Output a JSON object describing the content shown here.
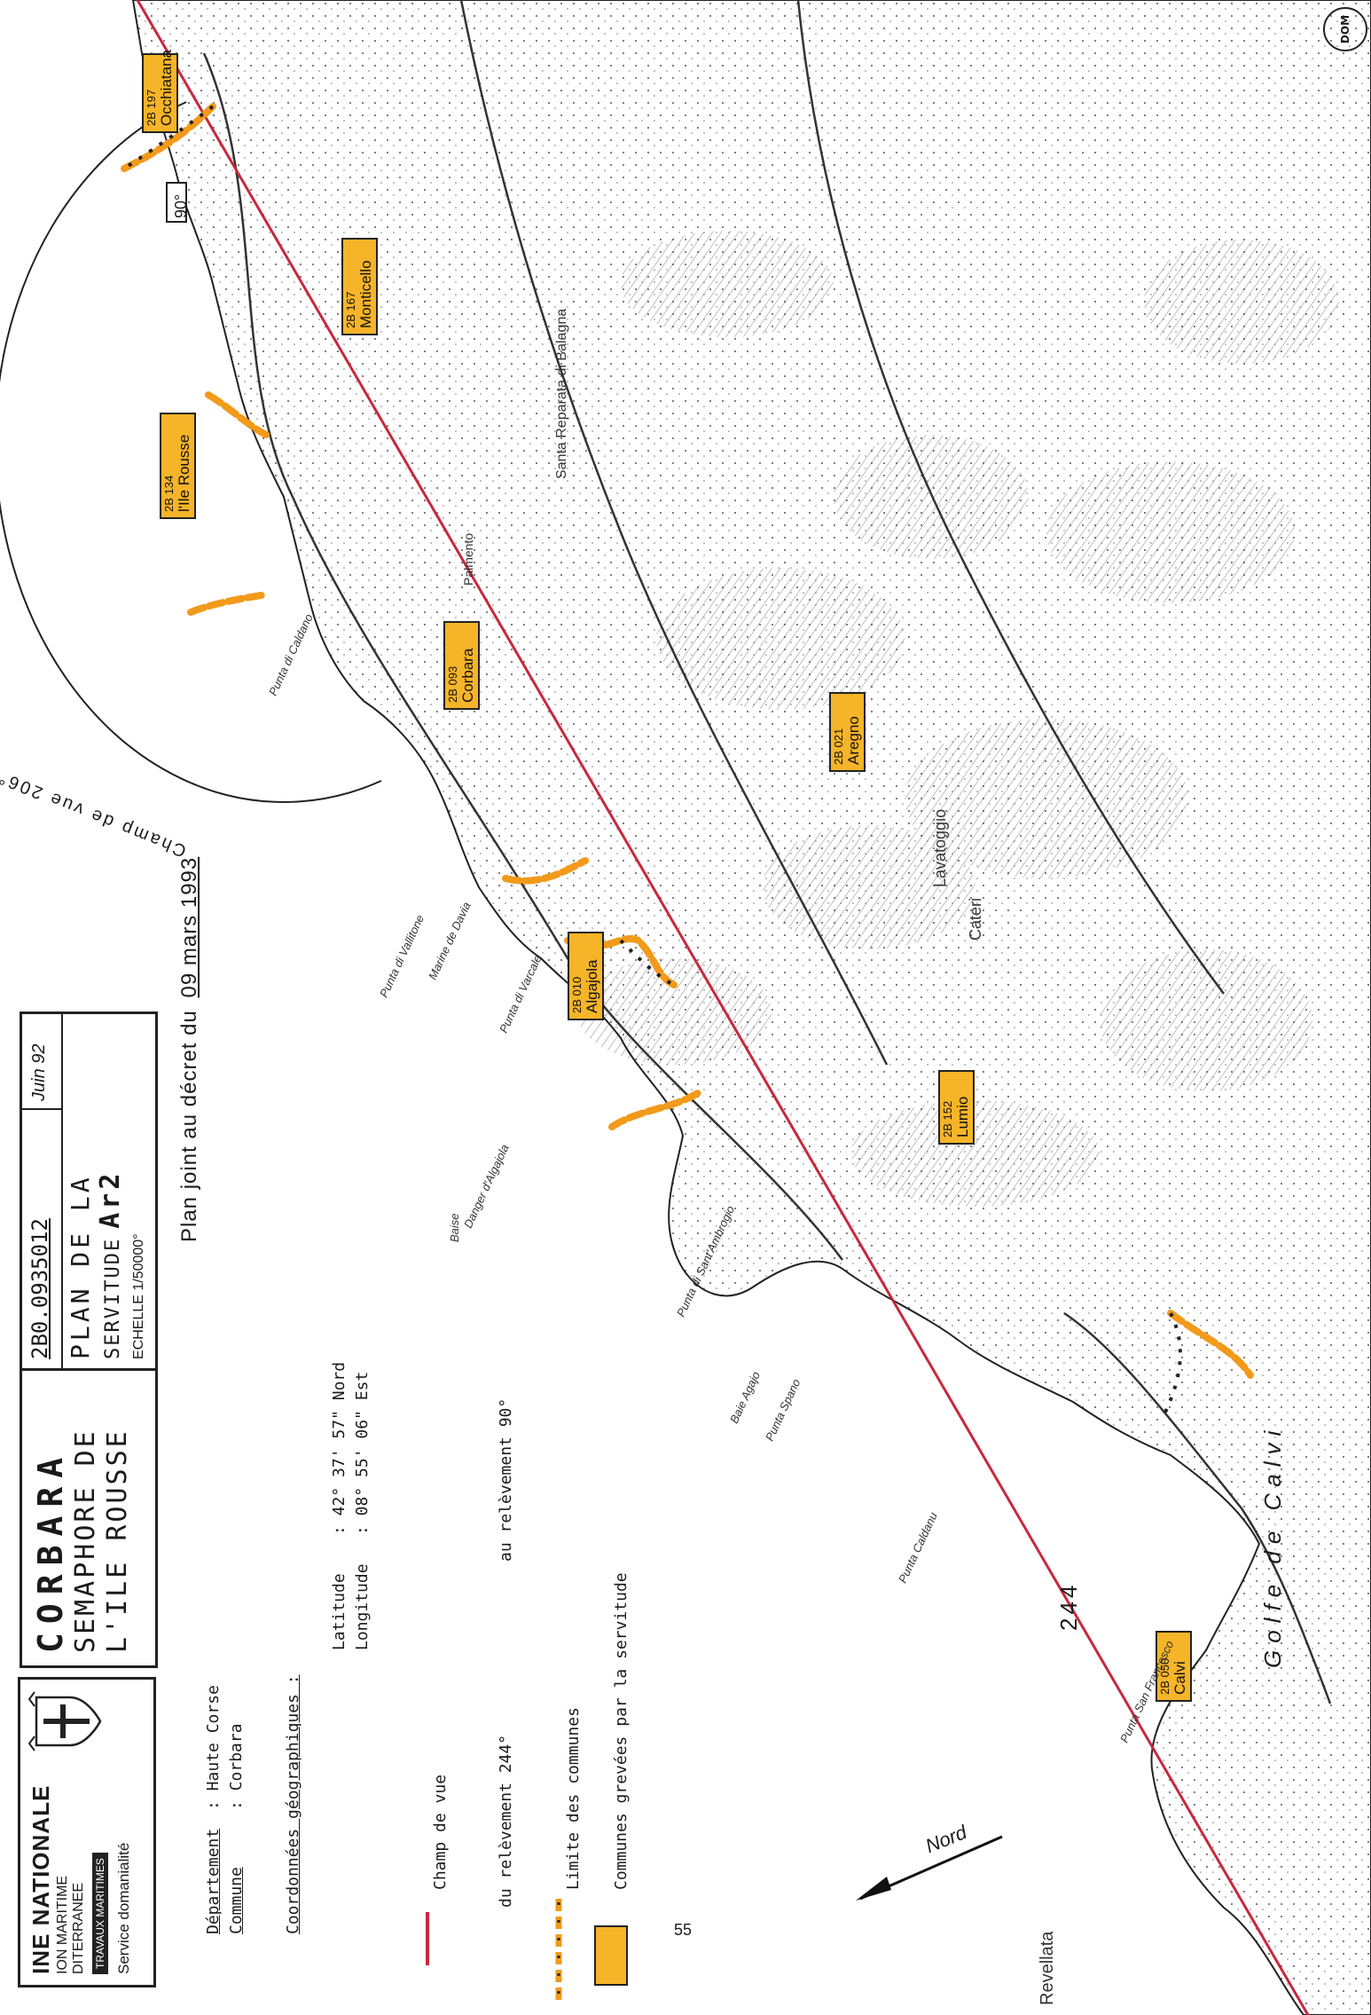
{
  "dom_stamp": "DOM",
  "header": {
    "org_line1": "INE NATIONALE",
    "org_line2": "ION MARITIME",
    "org_line3": "DITERRANEE",
    "org_badge": "TRAVAUX MARITIMES",
    "service": "Service domanialité",
    "commune_name": "CORBARA",
    "site_line1": "SEMAPHORE DE",
    "site_line2": "L'ILE ROUSSE",
    "reference": "2B0.0935012",
    "date": "Juin 92",
    "plan_line1": "PLAN DE LA",
    "plan_line2": "SERVITUDE",
    "plan_code": "Ar2",
    "scale": "ECHELLE 1/50000°",
    "decree_text": "Plan joint au décret du",
    "decree_date": "09 mars 1993"
  },
  "info": {
    "departement_label": "Département",
    "departement_value": "Haute Corse",
    "commune_label": "Commune",
    "commune_value": "Corbara",
    "coords_label": "Coordonnées géographiques :",
    "latitude_label": "Latitude",
    "latitude_value": "42° 37' 57\" Nord",
    "longitude_label": "Longitude",
    "longitude_value": "08° 55' 06\" Est"
  },
  "legend": {
    "field_of_view": "Champ de vue",
    "bearing_from": "du relèvement 244°",
    "bearing_to": "au relèvement 90°",
    "commune_limit": "Limite des communes",
    "affected_communes": "Communes grevées par la servitude",
    "colors": {
      "view_line": "#c8283c",
      "limit_dash": "#f29a1a",
      "affected_fill": "#f6b428"
    }
  },
  "map": {
    "arc_label": "Champ de vue 206°",
    "bearing_90": "90°",
    "bearing_244": "244",
    "north_label": "Nord",
    "bay_label": "Golfe de Calvi",
    "communes": [
      {
        "code": "2B 197",
        "name": "Occhiatana"
      },
      {
        "code": "2B 167",
        "name": "Monticello"
      },
      {
        "code": "2B 134",
        "name": "l'Ile Rousse"
      },
      {
        "code": "2B 093",
        "name": "Corbara"
      },
      {
        "code": "2B 021",
        "name": "Aregno"
      },
      {
        "code": "2B 010",
        "name": "Algajola"
      },
      {
        "code": "2B 152",
        "name": "Lumio"
      },
      {
        "code": "2B 050",
        "name": "Calvi"
      }
    ],
    "places": [
      "Punta di Vallitone",
      "Marine de Davia",
      "Punta di Varcale",
      "Danger d'Algajola",
      "Baise",
      "Punta di Sant'Ambrogio",
      "Baie Agajo",
      "Punta Spano",
      "Punta Caldanu",
      "Punta San Francesco",
      "Revellata",
      "Santa Reparata di Balagna",
      "Lavatoggio",
      "Cateri",
      "Palmento",
      "Punta di Caldano"
    ]
  },
  "page_number": "55"
}
